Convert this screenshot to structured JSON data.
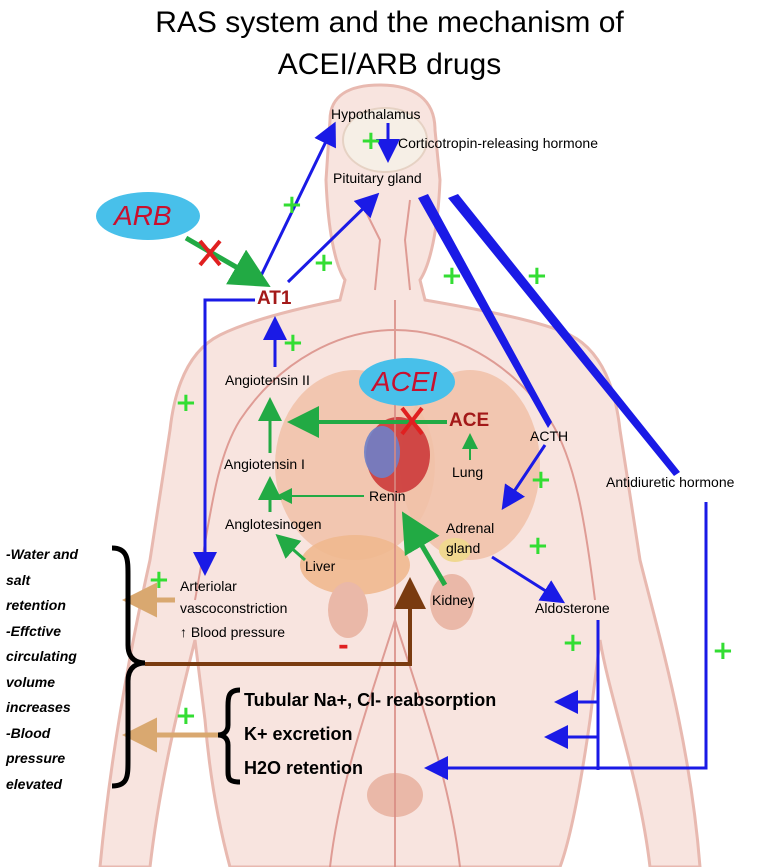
{
  "title_line1": "RAS system and the mechanism of",
  "title_line2": "ACEI/ARB drugs",
  "nodes": {
    "hypothalamus": "Hypothalamus",
    "crh": "Corticotropin-releasing hormone",
    "pituitary": "Pituitary gland",
    "at1": "AT1",
    "angiotensin2": "Angiotensin  II",
    "ace": "ACE",
    "acth": "ACTH",
    "angiotensin1": "Angiotensin  I",
    "lung": "Lung",
    "adh": "Antidiuretic hormone",
    "renin": "Renin",
    "angiotensinogen": "Anglotesinogen",
    "adrenal1": "Adrenal",
    "adrenal2": "gland",
    "liver": "Liver",
    "arteriolar1": "Arteriolar",
    "arteriolar2": "vascoconstriction",
    "arteriolar3": "↑ Blood pressure",
    "kidney": "Kidney",
    "aldosterone": "Aldosterone"
  },
  "drugs": {
    "arb": "ARB",
    "acei": "ACEI"
  },
  "effects_left": [
    "-Water and",
    "salt",
    "retention",
    "-Effctive",
    "circulating",
    "volume",
    "increases",
    "-Blood",
    "pressure",
    "elevated"
  ],
  "effects_kidney": [
    "Tubular Na+, Cl- reabsorption",
    "K+ excretion",
    "H2O retention"
  ],
  "signs": {
    "plus": "+",
    "minus": "-",
    "block": "X"
  },
  "colors": {
    "arrow_blue": "#1a1ae6",
    "arrow_green": "#22aa44",
    "arrow_brown": "#7a3b10",
    "arrow_tan": "#d9a870",
    "plus_green": "#33dd33",
    "block_red": "#e02020",
    "label_red": "#a31919",
    "drug_oval": "#48c0ea"
  }
}
